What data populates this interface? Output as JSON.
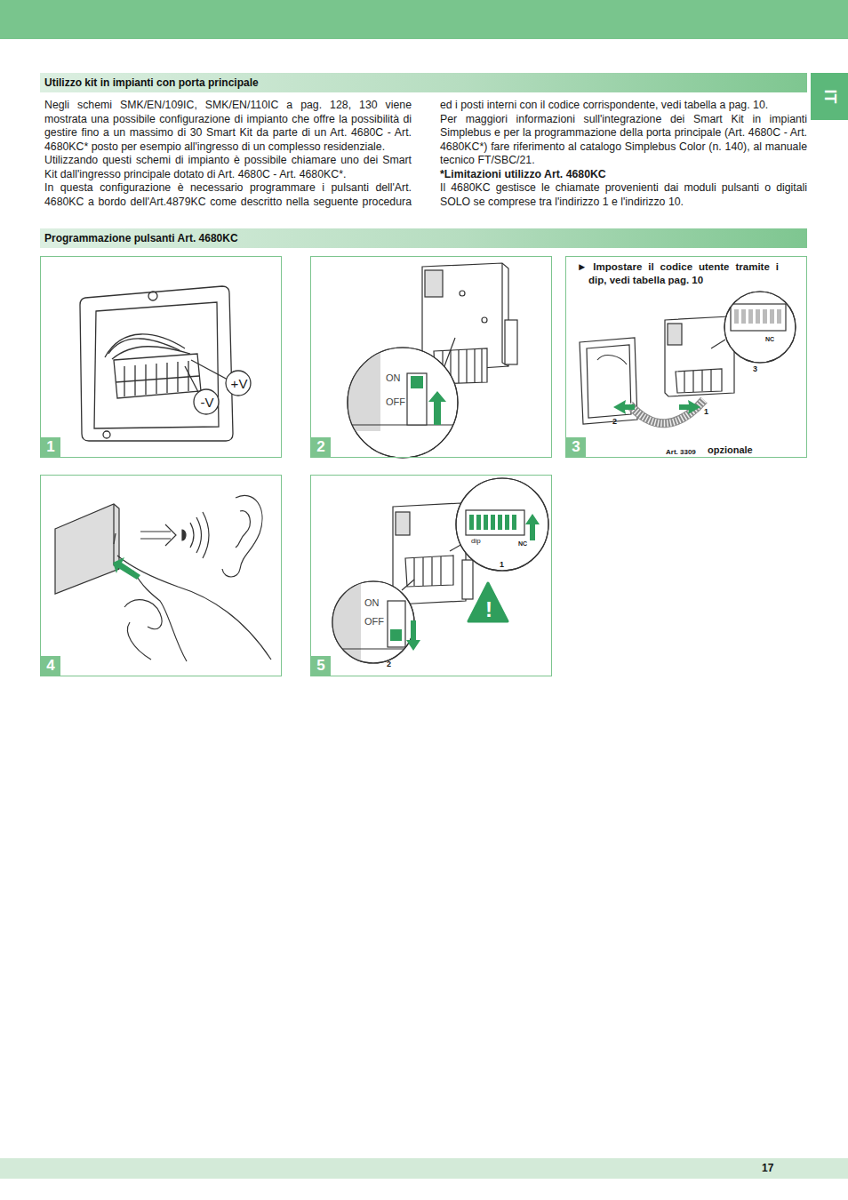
{
  "diagram": {
    "nodes": [
      {
        "text": [
          "Utilizzo kit in impianti con porta principale"
        ]
      },
      {
        "text": [
          "IT"
        ]
      },
      {
        "text": [
          "Programmazione pulsanti Art. 4680KC"
        ]
      },
      {
        "text": [
          "1",
          "+V",
          "-V"
        ]
      },
      {
        "text": [
          "2",
          "ON",
          "OFF"
        ]
      },
      {
        "text": [
          "3",
          "► Impostare il codice utente tramite i dip, vedi tabella pag. 10",
          "NC",
          "3",
          "2",
          "1",
          "Art. 3309",
          "opzionale"
        ]
      },
      {
        "text": [
          "4"
        ]
      },
      {
        "text": [
          "5",
          "dip",
          "NC",
          "1",
          "ON",
          "OFF",
          "2",
          "!"
        ]
      },
      {
        "text": [
          "17"
        ]
      }
    ],
    "edges": [],
    "labels": [
      "Negli schemi SMK/EN/109IC, SMK/EN/110IC a pag. 128, 130 viene mostrata una possibile configurazione di impianto che offre la possibilità di gestire fino a un massimo di 30 Smart Kit da parte di un Art. 4680C - Art. 4680KC* posto per esempio all'ingresso di un complesso residenziale.",
      "Utilizzando questi schemi di impianto è possibile chiamare uno dei Smart Kit dall'ingresso principale dotato di Art. 4680C - Art. 4680KC*.",
      "In questa configurazione è necessario programmare i pulsanti dell'Art. 4680KC a bordo dell'Art.4879KC come descritto nella seguente procedura ed i posti interni con il codice corrispondente, vedi tabella a pag. 10.",
      "Per maggiori informazioni sull'integrazione dei Smart Kit in impianti Simplebus e per la programmazione della porta principale (Art. 4680C - Art. 4680KC*) fare riferimento al catalogo Simplebus Color (n. 140), al manuale tecnico FT/SBC/21.",
      "*Limitazioni utilizzo Art. 4680KC",
      "Il 4680KC gestisce le chiamate provenienti dai moduli pulsanti o digitali SOLO se comprese tra l'indirizzo 1 e l'indirizzo 10."
    ]
  }
}
